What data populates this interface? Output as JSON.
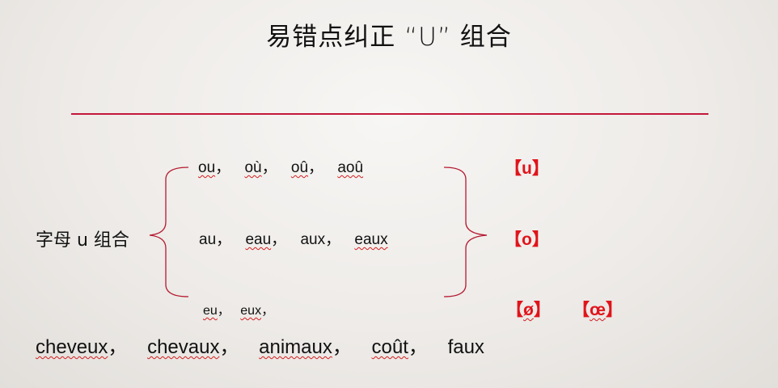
{
  "title": "易错点纠正 “U” 组合",
  "accent_color": "#c4173a",
  "label": "字母 u 组合",
  "groups": [
    {
      "items": [
        "ou",
        "où",
        "oû",
        "aoû"
      ],
      "separator": "，"
    },
    {
      "items": [
        "au",
        "eau",
        "aux",
        "eaux"
      ],
      "separator": "，"
    },
    {
      "items": [
        "eu",
        "eux"
      ],
      "separator": "，"
    }
  ],
  "phonemes": [
    {
      "open": "【",
      "symbol": "u",
      "close": "】"
    },
    {
      "open": "【",
      "symbol": "o",
      "close": "】"
    },
    {
      "open": "【",
      "symbol": "ø",
      "close": "】"
    },
    {
      "open": "【",
      "symbol": "œ",
      "close": "】"
    }
  ],
  "examples": [
    "cheveux",
    "chevaux",
    "animaux",
    "coût",
    "faux"
  ],
  "examples_separator": "，"
}
